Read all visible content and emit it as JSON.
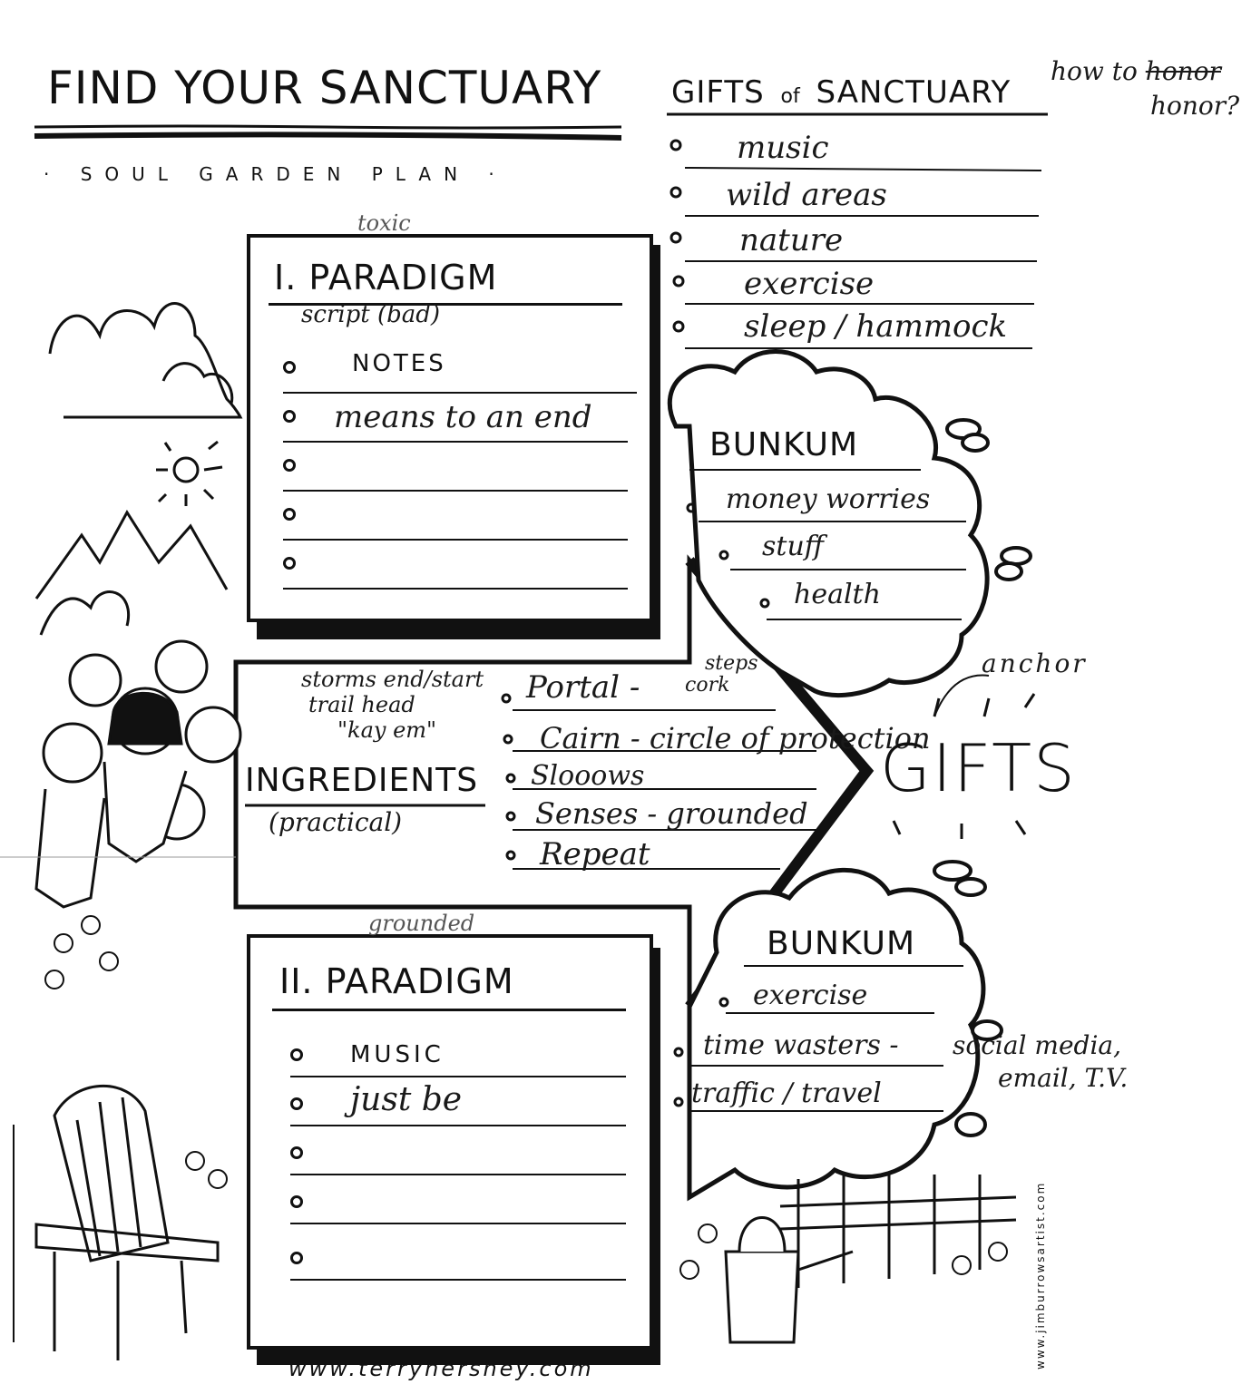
{
  "title": "FIND YOUR SANCTUARY",
  "subtitle": "· SOUL GARDEN PLAN ·",
  "gifts_of_sanctuary": {
    "title_a": "GIFTS",
    "title_of": "of",
    "title_b": "SANCTUARY",
    "items": [
      "music",
      "wild areas",
      "nature",
      "exercise",
      "sleep / hammock"
    ],
    "margin_note_a": "how to",
    "margin_note_struck": "honor",
    "margin_note_b": "honor?"
  },
  "paradigm1": {
    "annotation": "toxic",
    "label": "I. PARADIGM",
    "subnote": "script (bad)",
    "items": [
      "NOTES",
      "means to an end",
      "",
      "",
      ""
    ]
  },
  "bunkum1": {
    "label": "BUNKUM",
    "items": [
      "money worries",
      "stuff",
      "health"
    ]
  },
  "ingredients": {
    "label": "INGREDIENTS",
    "sub": "(practical)",
    "left_notes": [
      "storms end/start",
      "trail head",
      "\"kay em\""
    ],
    "items": [
      "Portal -",
      "Cairn - circle of protection",
      "Slooows",
      "Senses - grounded",
      "Repeat"
    ],
    "portal_note_a": "steps",
    "portal_note_b": "cork"
  },
  "gifts": {
    "label": "GIFTS",
    "anchor_note": "anchor"
  },
  "paradigm2": {
    "annotation": "grounded",
    "label": "II. PARADIGM",
    "items": [
      "MUSIC",
      "just be",
      "",
      "",
      ""
    ]
  },
  "bunkum2": {
    "label": "BUNKUM",
    "items": [
      "exercise",
      "time wasters -",
      "traffic / travel"
    ],
    "side_note_a": "social media,",
    "side_note_b": "email, T.V."
  },
  "footer_url": "www.terryhershey.com",
  "artist_credit": "www.jimburrowsartist.com"
}
